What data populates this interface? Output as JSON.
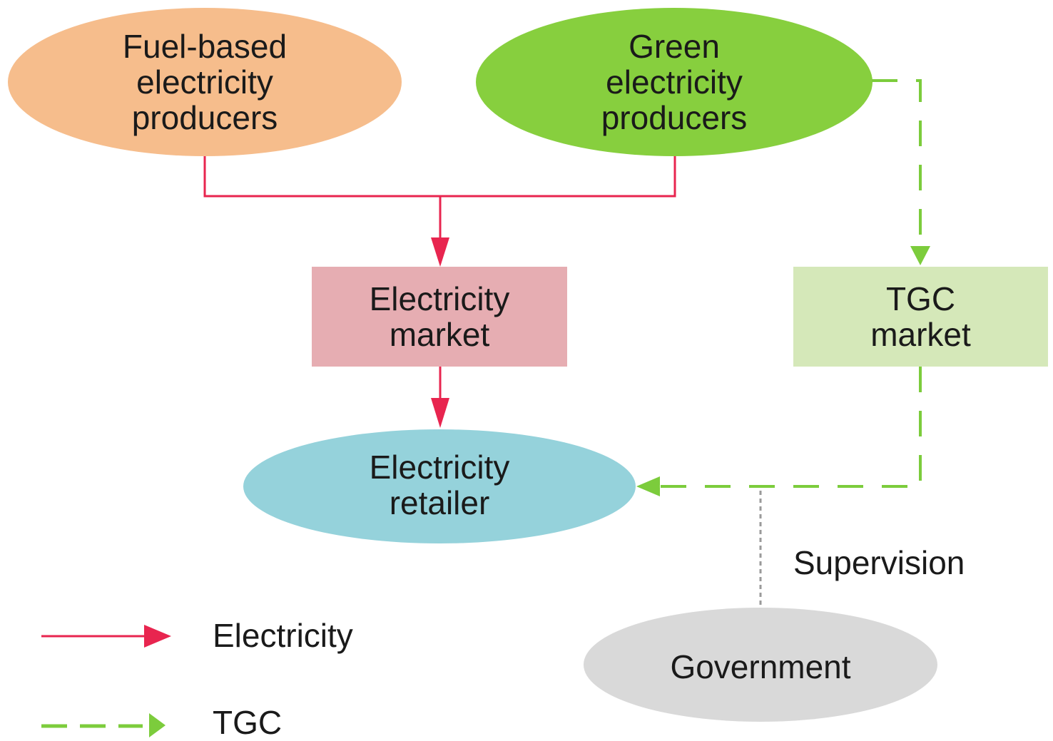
{
  "colors": {
    "fuel": "#f6bd8c",
    "green": "#87cf3e",
    "electricity_market": "#e6adb2",
    "tgc_market": "#d5e8b9",
    "retailer": "#95d2db",
    "government": "#d9d9d9",
    "electricity_arrow": "#e8254f",
    "tgc_arrow": "#7ccc3c",
    "supervision_line": "#9a9a9a"
  },
  "nodes": {
    "fuel_producers": "Fuel-based\nelectricity\nproducers",
    "green_producers": "Green\nelectricity\nproducers",
    "electricity_market": "Electricity\nmarket",
    "tgc_market": "TGC\nmarket",
    "retailer": "Electricity\nretailer",
    "government": "Government"
  },
  "supervision_label": "Supervision",
  "legend": [
    {
      "label": "Electricity",
      "style": "solid"
    },
    {
      "label": "TGC",
      "style": "dashed"
    }
  ]
}
